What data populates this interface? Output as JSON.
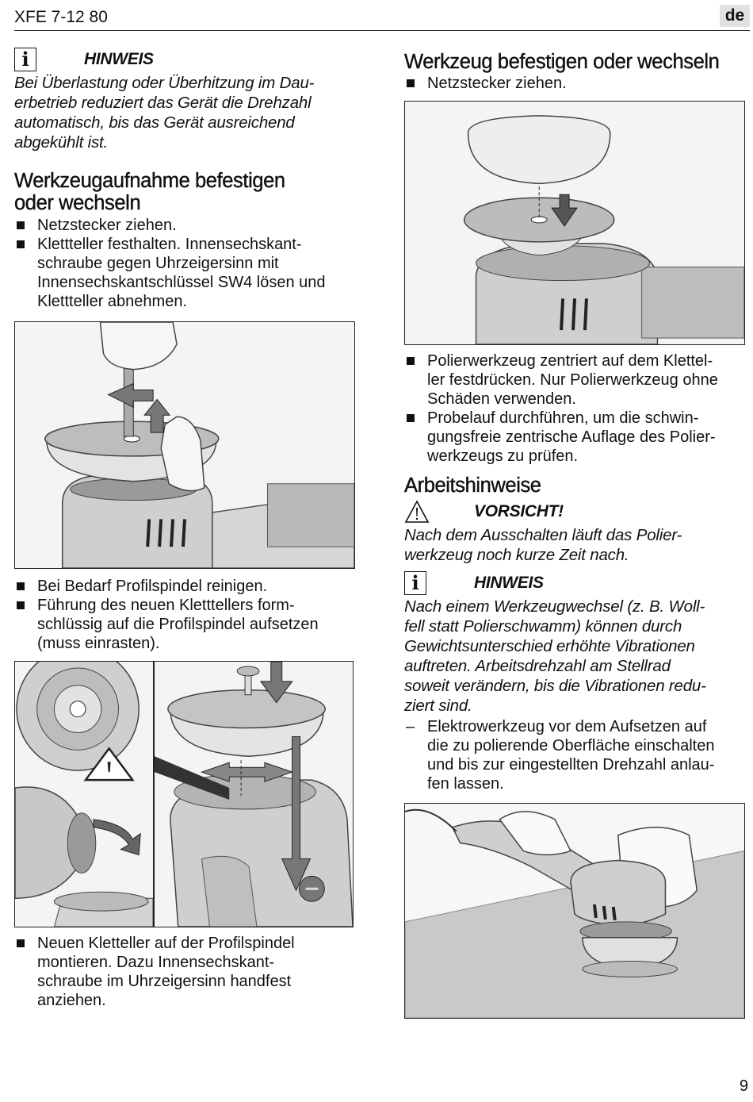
{
  "header": {
    "title": "XFE 7-12 80",
    "lang": "de"
  },
  "page_number": "9",
  "left": {
    "notice1": {
      "label": "HINWEIS",
      "lines": [
        "Bei Überlastung oder Überhitzung im Dau-",
        "erbetrieb reduziert das Gerät die Drehzahl",
        "automatisch, bis das Gerät ausreichend",
        "abgekühlt ist."
      ]
    },
    "heading1": {
      "line1": "Werkzeugaufnahme befestigen",
      "line2": "oder wechseln"
    },
    "bullets1": [
      {
        "lines": [
          "Netzstecker ziehen."
        ]
      },
      {
        "lines": [
          "Klettteller festhalten. Innensechskant-",
          "schraube gegen Uhrzeigersinn mit",
          "Innensechskantschlüssel SW4 lösen und",
          "Klettteller abnehmen."
        ]
      }
    ],
    "bullets2": [
      {
        "lines": [
          "Bei Bedarf Profilspindel reinigen."
        ]
      },
      {
        "lines": [
          "Führung des neuen Kletttellers form-",
          "schlüssig auf die Profilspindel aufsetzen",
          "(muss einrasten)."
        ]
      }
    ],
    "bullets3": [
      {
        "lines": [
          "Neuen Kletteller auf der Profilspindel",
          "montieren. Dazu Innensechskant-",
          "schraube im Uhrzeigersinn handfest",
          "anziehen."
        ]
      }
    ]
  },
  "right": {
    "heading2": "Werkzeug befestigen oder wechseln",
    "bullets1": [
      {
        "lines": [
          "Netzstecker ziehen."
        ]
      }
    ],
    "bullets2": [
      {
        "lines": [
          "Polierwerkzeug zentriert auf dem Klettel-",
          "ler festdrücken. Nur Polierwerkzeug ohne",
          "Schäden verwenden."
        ]
      },
      {
        "lines": [
          "Probelauf durchführen, um die schwin-",
          "gungsfreie zentrische Auflage des Polier-",
          "werkzeugs zu prüfen."
        ]
      }
    ],
    "heading3": "Arbeitshinweise",
    "caution": {
      "label": "VORSICHT!",
      "lines": [
        "Nach dem Ausschalten läuft das Polier-",
        "werkzeug noch kurze Zeit nach."
      ]
    },
    "notice2": {
      "label": "HINWEIS",
      "lines": [
        "Nach einem Werkzeugwechsel (z. B. Woll-",
        "fell statt Polierschwamm) können durch",
        "Gewichtsunterschied erhöhte Vibrationen",
        "auftreten. Arbeitsdrehzahl am Stellrad",
        "soweit verändern, bis die Vibrationen redu-",
        "ziert sind."
      ]
    },
    "dash_item": {
      "symbol": "–",
      "lines": [
        "Elektrowerkzeug vor dem Aufsetzen auf",
        "die zu polierende Oberfläche einschalten",
        "und bis zur eingestellten Drehzahl anlau-",
        "fen lassen."
      ]
    }
  }
}
